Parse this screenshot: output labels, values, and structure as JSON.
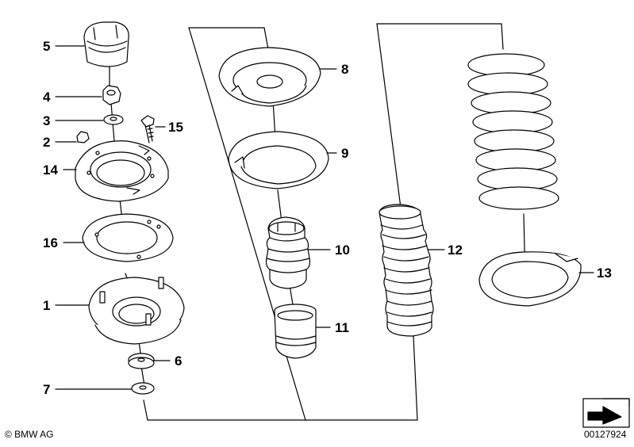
{
  "callouts": {
    "n1": "1",
    "n2": "2",
    "n3": "3",
    "n4": "4",
    "n5": "5",
    "n6": "6",
    "n7": "7",
    "n8": "8",
    "n9": "9",
    "n10": "10",
    "n11": "11",
    "n12": "12",
    "n13": "13",
    "n14": "14",
    "n15": "15",
    "n16": "16"
  },
  "footer": {
    "copyright": "© BMW AG",
    "diagram_number": "00127924"
  },
  "icons": {
    "direction": "arrow-icon"
  }
}
